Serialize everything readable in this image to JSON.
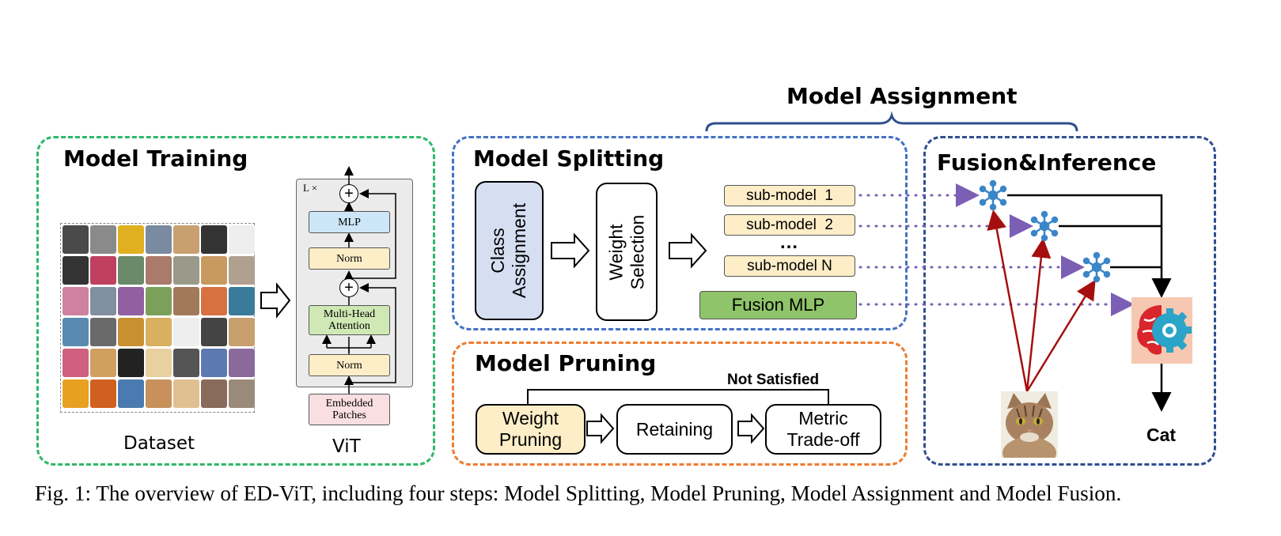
{
  "header": {
    "model_assignment": "Model Assignment"
  },
  "training": {
    "title": "Model Training",
    "dataset_label": "Dataset",
    "vit_label": "ViT",
    "vit": {
      "repeat": "L ×",
      "mlp": "MLP",
      "norm_top": "Norm",
      "attention": "Multi-Head Attention",
      "norm_bottom": "Norm",
      "embedded": "Embedded Patches",
      "plus": "+"
    }
  },
  "splitting": {
    "title": "Model Splitting",
    "class_assignment": "Class Assignment",
    "weight_selection": "Weight Selection",
    "submodels": [
      "sub-model  1",
      "sub-model  2",
      "sub-model N"
    ],
    "ellipsis": "…",
    "fusion_mlp": "Fusion MLP"
  },
  "pruning": {
    "title": "Model Pruning",
    "weight_pruning": "Weight Pruning",
    "retaining": "Retaining",
    "metric": "Metric Trade-off",
    "not_satisfied": "Not Satisfied"
  },
  "fusion": {
    "title": "Fusion&Inference",
    "output": "Cat"
  },
  "caption": "Fig. 1: The overview of ED-ViT, including four steps: Model Splitting, Model Pruning, Model Assignment and Model Fusion.",
  "colors": {
    "training_border": "#2eb86a",
    "splitting_border": "#4472c4",
    "pruning_border": "#ed7d31",
    "fusion_border": "#2f4f8f",
    "submodel_fill": "#fdeec8",
    "fusion_mlp_fill": "#8fc46a",
    "class_assignment_fill": "#d6def2",
    "mlp_fill": "#cde6f7",
    "norm_fill": "#fdeec8",
    "attention_fill": "#cfe8b4",
    "embedded_fill": "#f9dfe1",
    "dotted_arrow": "#7b5fb5",
    "red_arrow": "#a50f0f",
    "network_icon": "#3a86c8"
  },
  "icons": [
    "network-node-icon",
    "brain-gear-icon",
    "cat-photo",
    "dataset-image-grid"
  ]
}
